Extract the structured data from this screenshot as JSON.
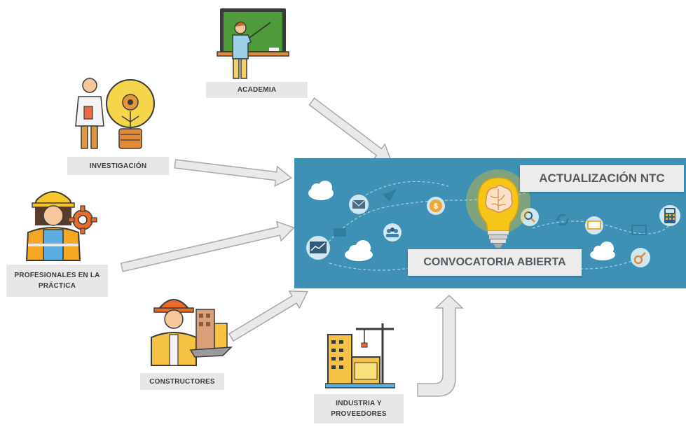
{
  "sources": {
    "academia": "ACADEMIA",
    "investigacion": "INVESTIGACIÓN",
    "profesionales": "PROFESIONALES EN LA PRÁCTICA",
    "constructores": "CONSTRUCTORES",
    "industria": "INDUSTRIA Y PROVEEDORES"
  },
  "panel": {
    "title": "ACTUALIZACIÓN NTC",
    "subtitle": "CONVOCATORIA ABIERTA"
  },
  "colors": {
    "panel_bg": "#3e91b5",
    "arrow_fill": "#e9e9e9",
    "arrow_stroke": "#a8a8a8",
    "bulb": "#f5c518"
  },
  "icons": [
    "teacher-icon",
    "researcher-lightbulb-icon",
    "engineer-woman-icon",
    "construction-worker-icon",
    "industrial-buildings-icon",
    "brain-lightbulb-icon"
  ]
}
